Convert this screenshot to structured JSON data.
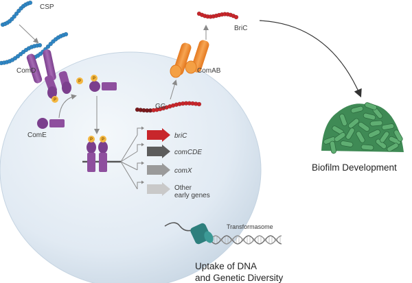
{
  "labels": {
    "csp": "CSP",
    "comd": "ComD",
    "come": "ComE",
    "gg": "GG",
    "comab": "ComAB",
    "bric_peptide": "BriC",
    "biofilm": "Biofilm Development",
    "transformasome": "Transformasome",
    "uptake_line1": "Uptake of DNA",
    "uptake_line2": "and Genetic Diversity",
    "phospho": "P"
  },
  "genes": [
    {
      "label": "briC",
      "italic": true,
      "color": "#c8262b"
    },
    {
      "label": "comCDE",
      "italic": true,
      "color": "#5c5c5c"
    },
    {
      "label": "comX",
      "italic": true,
      "color": "#9a9a9a"
    },
    {
      "label": "Other",
      "label2": "early genes",
      "italic": false,
      "color": "#c9c9c9"
    }
  ],
  "colors": {
    "cell": "#dfe9f2",
    "csp_bead": "#2f86c4",
    "bric_bead": "#c8262b",
    "receptor": "#8e4f9e",
    "phosphate": "#f4b843",
    "comab": "#f0963a",
    "biofilm": "#3f8a55",
    "transformasome": "#2e7f7d",
    "arrow": "#8a8a8a"
  }
}
